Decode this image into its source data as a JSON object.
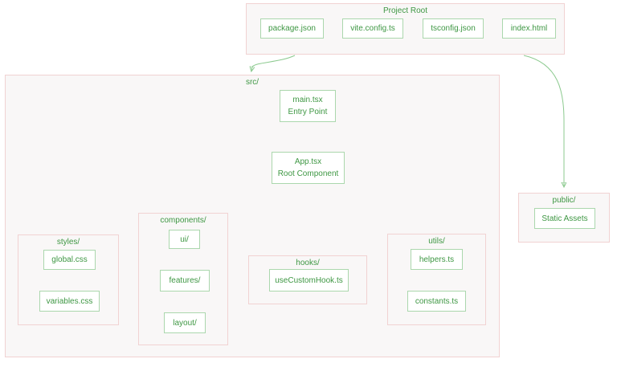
{
  "diagram": {
    "project_root": {
      "label": "Project Root",
      "files": [
        "package.json",
        "vite.config.ts",
        "tsconfig.json",
        "index.html"
      ]
    },
    "src": {
      "label": "src/",
      "main_node": {
        "line1": "main.tsx",
        "line2": "Entry Point"
      },
      "app_node": {
        "line1": "App.tsx",
        "line2": "Root Component"
      },
      "styles": {
        "label": "styles/",
        "files": [
          "global.css",
          "variables.css"
        ]
      },
      "components": {
        "label": "components/",
        "files": [
          "ui/",
          "features/",
          "layout/"
        ]
      },
      "hooks": {
        "label": "hooks/",
        "files": [
          "useCustomHook.ts"
        ]
      },
      "utils": {
        "label": "utils/",
        "files": [
          "helpers.ts",
          "constants.ts"
        ]
      }
    },
    "public": {
      "label": "public/",
      "files": [
        "Static Assets"
      ]
    },
    "edges": [
      {
        "from": "Project Root",
        "to": "src/"
      },
      {
        "from": "Project Root",
        "to": "public/"
      },
      {
        "from": "main.tsx",
        "to": "App.tsx"
      },
      {
        "from": "App.tsx",
        "to": "components/"
      },
      {
        "from": "App.tsx",
        "to": "hooks/"
      },
      {
        "from": "App.tsx",
        "to": "utils/"
      }
    ]
  },
  "colors": {
    "page_bg": "#ffffff",
    "text_green": "#3e9743",
    "node_border": "#abd7ad",
    "node_fill": "#ffffff",
    "container_border": "#f1d2d2",
    "container_fill": "#f9f7f7",
    "edge": "#8cca8f",
    "arrowhead": "#57a85b"
  }
}
